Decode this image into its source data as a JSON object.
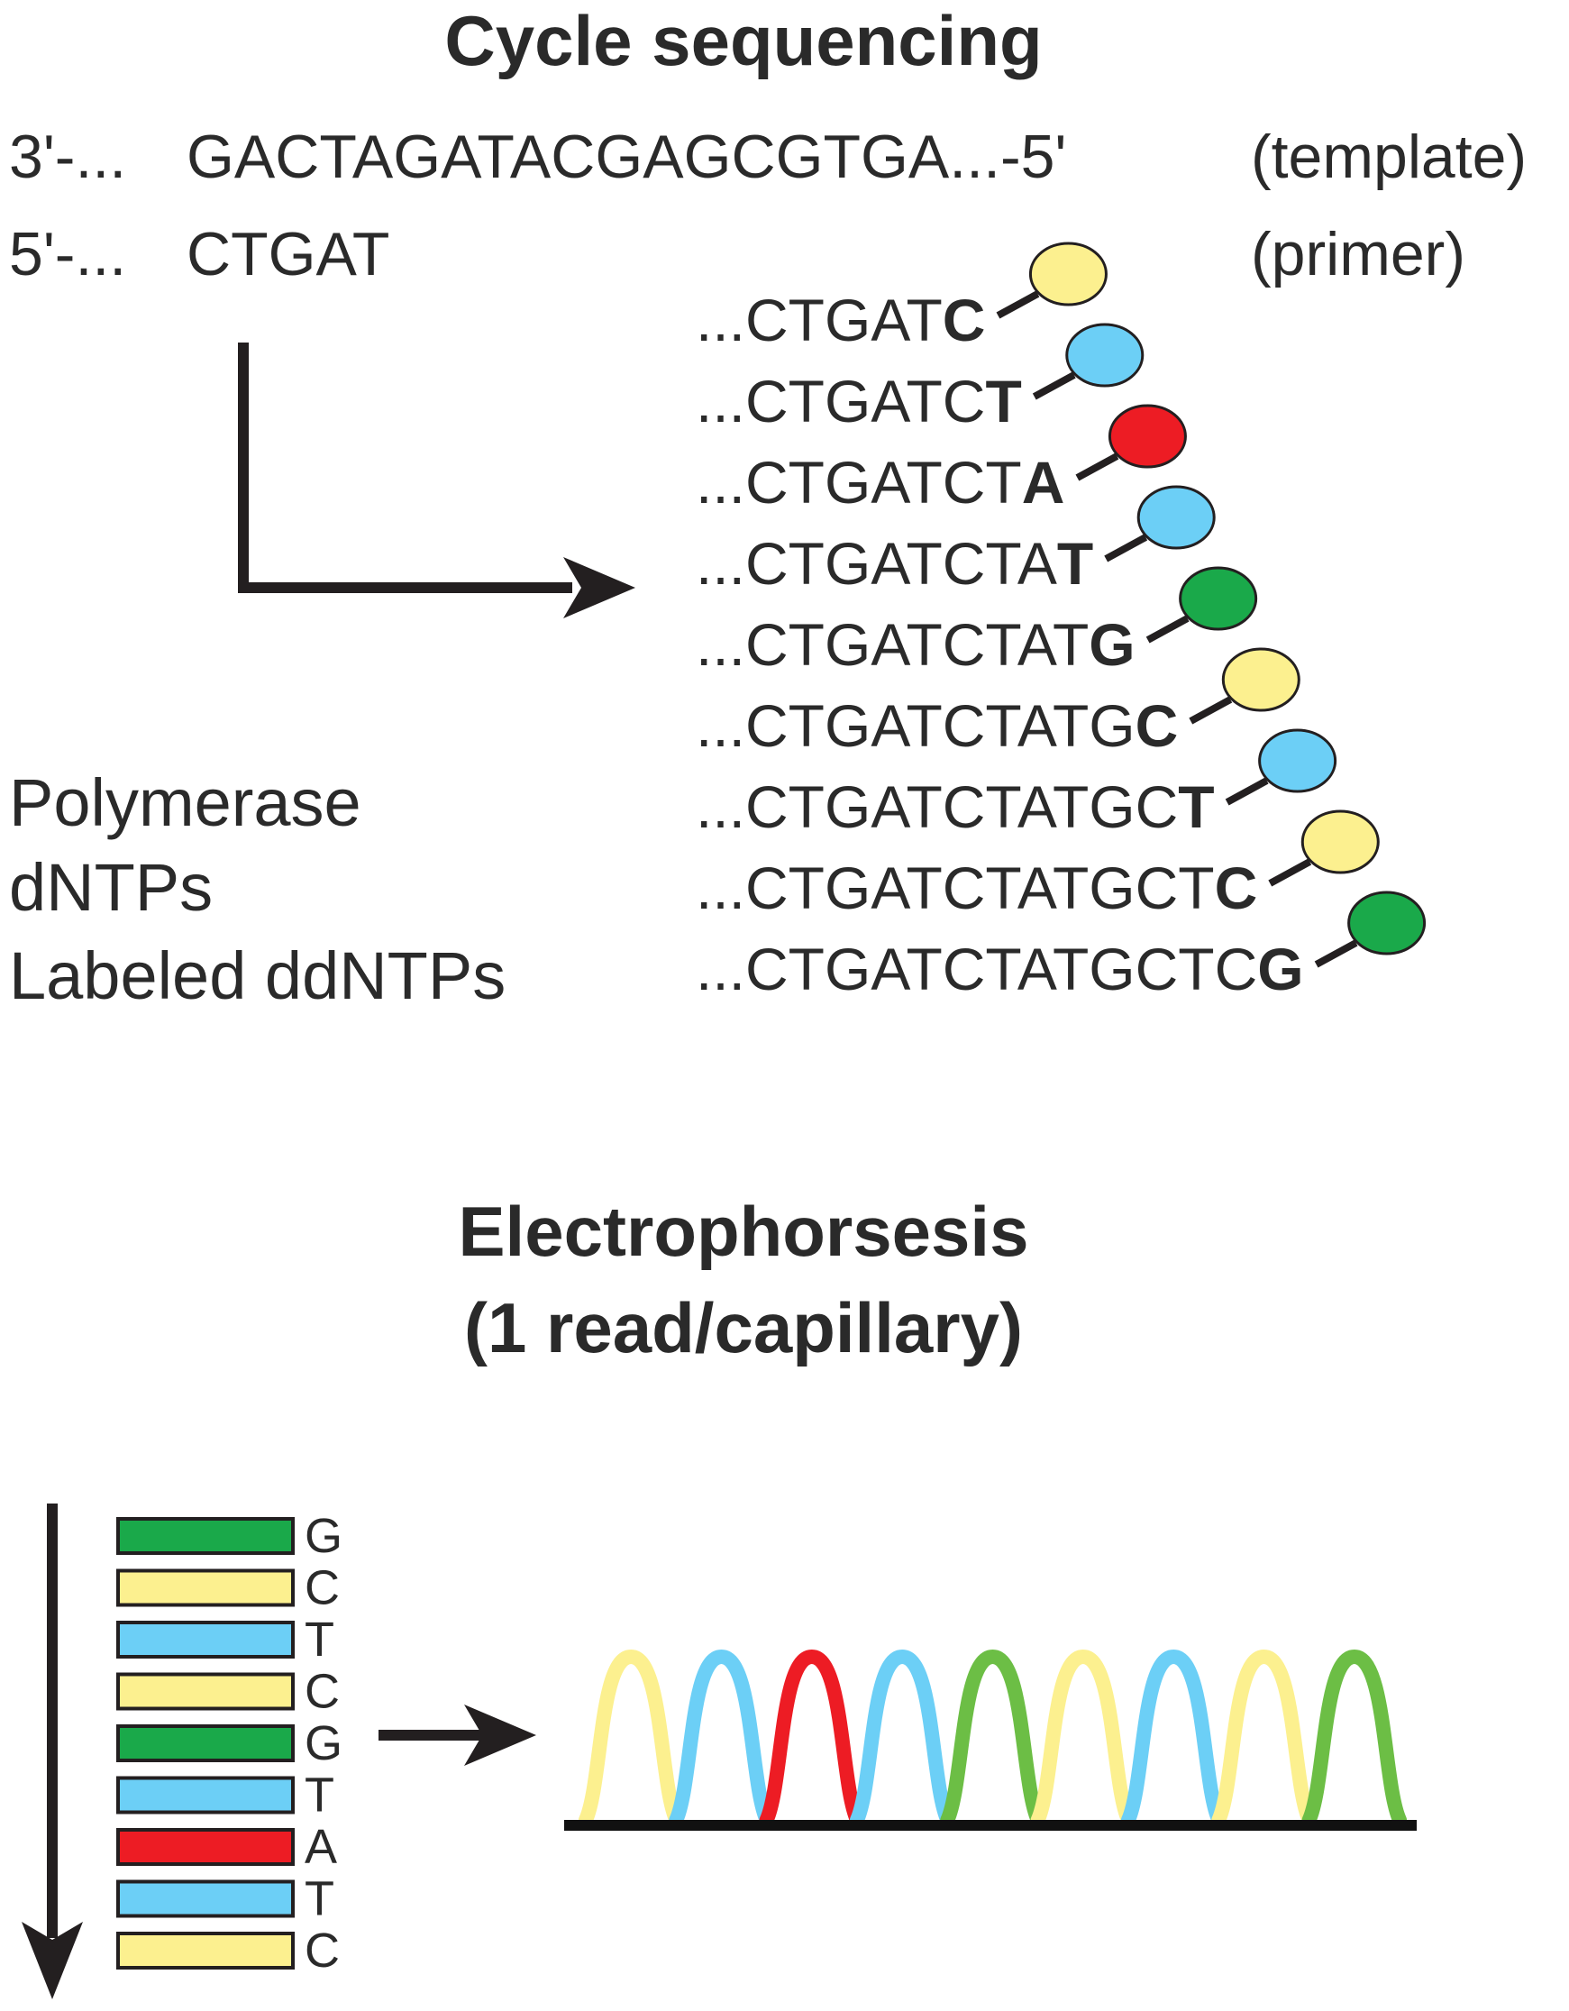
{
  "titles": {
    "cycle": "Cycle sequencing",
    "electro_line1": "Electrophorsesis",
    "electro_line2": "(1 read/capillary)"
  },
  "template_row": {
    "end_label": "3'-...",
    "sequence": "GACTAGATACGAGCGTGA...-5'",
    "note": "(template)"
  },
  "primer_row": {
    "end_label": "5'-...",
    "sequence": "CTGAT",
    "note": "(primer)"
  },
  "reagents": [
    "Polymerase",
    "dNTPs",
    "Labeled ddNTPs"
  ],
  "fragments": [
    {
      "prefix": "...CTGAT",
      "base": "C",
      "color": "#fcf08f"
    },
    {
      "prefix": "...CTGATC",
      "base": "T",
      "color": "#6ccff6"
    },
    {
      "prefix": "...CTGATCT",
      "base": "A",
      "color": "#ed1c24"
    },
    {
      "prefix": "...CTGATCTA",
      "base": "T",
      "color": "#6ccff6"
    },
    {
      "prefix": "...CTGATCTAT",
      "base": "G",
      "color": "#1aa94a"
    },
    {
      "prefix": "...CTGATCTATG",
      "base": "C",
      "color": "#fcf08f"
    },
    {
      "prefix": "...CTGATCTATGC",
      "base": "T",
      "color": "#6ccff6"
    },
    {
      "prefix": "...CTGATCTATGCT",
      "base": "C",
      "color": "#fcf08f"
    },
    {
      "prefix": "...CTGATCTATGCTC",
      "base": "G",
      "color": "#1aa94a"
    }
  ],
  "gel_bands": [
    {
      "base": "G",
      "color": "#1aa94a"
    },
    {
      "base": "C",
      "color": "#fcf08f"
    },
    {
      "base": "T",
      "color": "#6ccff6"
    },
    {
      "base": "C",
      "color": "#fcf08f"
    },
    {
      "base": "G",
      "color": "#1aa94a"
    },
    {
      "base": "T",
      "color": "#6ccff6"
    },
    {
      "base": "A",
      "color": "#ed1c24"
    },
    {
      "base": "T",
      "color": "#6ccff6"
    },
    {
      "base": "C",
      "color": "#fcf08f"
    }
  ],
  "trace_peaks": [
    {
      "color": "#fcf08f"
    },
    {
      "color": "#6ccff6"
    },
    {
      "color": "#ed1c24"
    },
    {
      "color": "#6ccff6"
    },
    {
      "color": "#6cbe45"
    },
    {
      "color": "#fcf08f"
    },
    {
      "color": "#6ccff6"
    },
    {
      "color": "#fcf08f"
    },
    {
      "color": "#6cbe45"
    }
  ]
}
